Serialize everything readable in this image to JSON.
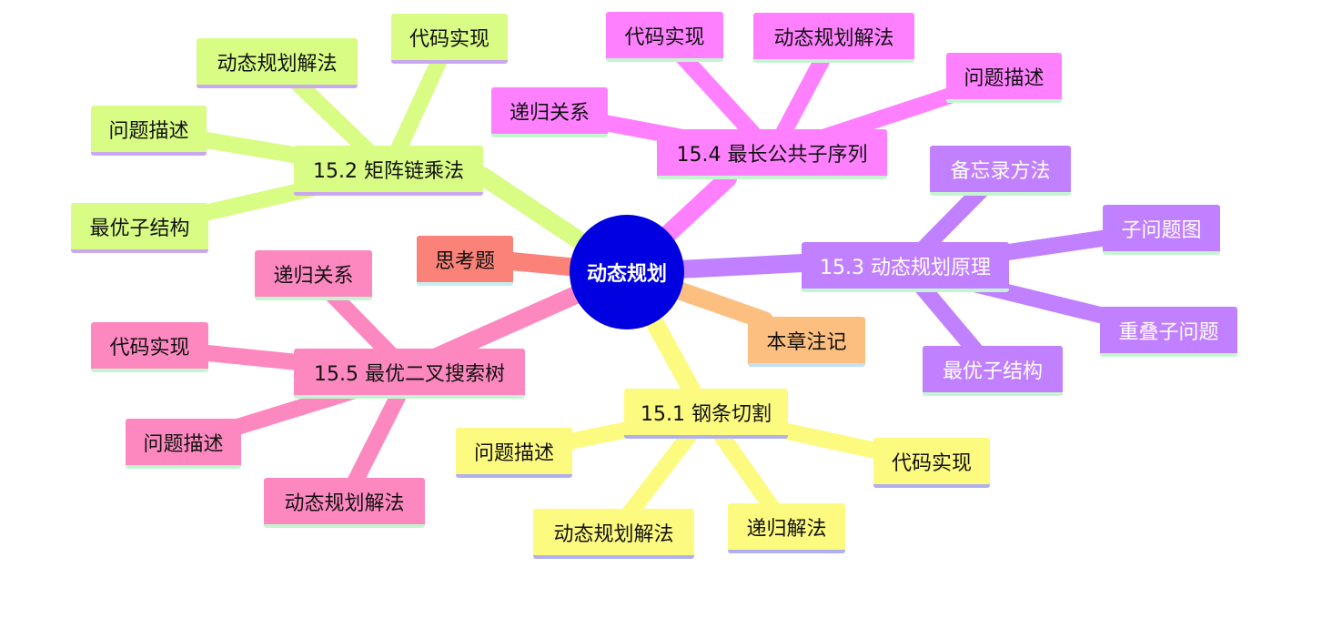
{
  "root": {
    "label": "动态规划",
    "color": "#0000e0"
  },
  "branches": [
    {
      "label": "15.2 矩阵链乘法",
      "color": "#d8fc84",
      "underline": "#c9a8f0",
      "children": [
        {
          "label": "代码实现"
        },
        {
          "label": "动态规划解法"
        },
        {
          "label": "问题描述"
        },
        {
          "label": "最优子结构"
        }
      ]
    },
    {
      "label": "15.4 最长公共子序列",
      "color": "#ff80ff",
      "underline": "#c4f5d0",
      "children": [
        {
          "label": "代码实现"
        },
        {
          "label": "动态规划解法"
        },
        {
          "label": "问题描述"
        },
        {
          "label": "递归关系"
        }
      ]
    },
    {
      "label": "15.3 动态规划原理",
      "color": "#c080ff",
      "underline": "#c4f5d0",
      "light": true,
      "children": [
        {
          "label": "备忘录方法"
        },
        {
          "label": "子问题图"
        },
        {
          "label": "重叠子问题"
        },
        {
          "label": "最优子结构"
        }
      ]
    },
    {
      "label": "思考题",
      "color": "#fa8278",
      "underline": "#c4eef0",
      "children": []
    },
    {
      "label": "本章注记",
      "color": "#fdbf80",
      "underline": "#c4e0f5",
      "children": []
    },
    {
      "label": "15.5 最优二叉搜索树",
      "color": "#fd88c0",
      "underline": "#c4f5d0",
      "children": [
        {
          "label": "递归关系"
        },
        {
          "label": "代码实现"
        },
        {
          "label": "问题描述"
        },
        {
          "label": "动态规划解法"
        }
      ]
    },
    {
      "label": "15.1 钢条切割",
      "color": "#fdfa80",
      "underline": "#b0b0f0",
      "children": [
        {
          "label": "问题描述"
        },
        {
          "label": "动态规划解法"
        },
        {
          "label": "递归解法"
        },
        {
          "label": "代码实现"
        }
      ]
    }
  ]
}
